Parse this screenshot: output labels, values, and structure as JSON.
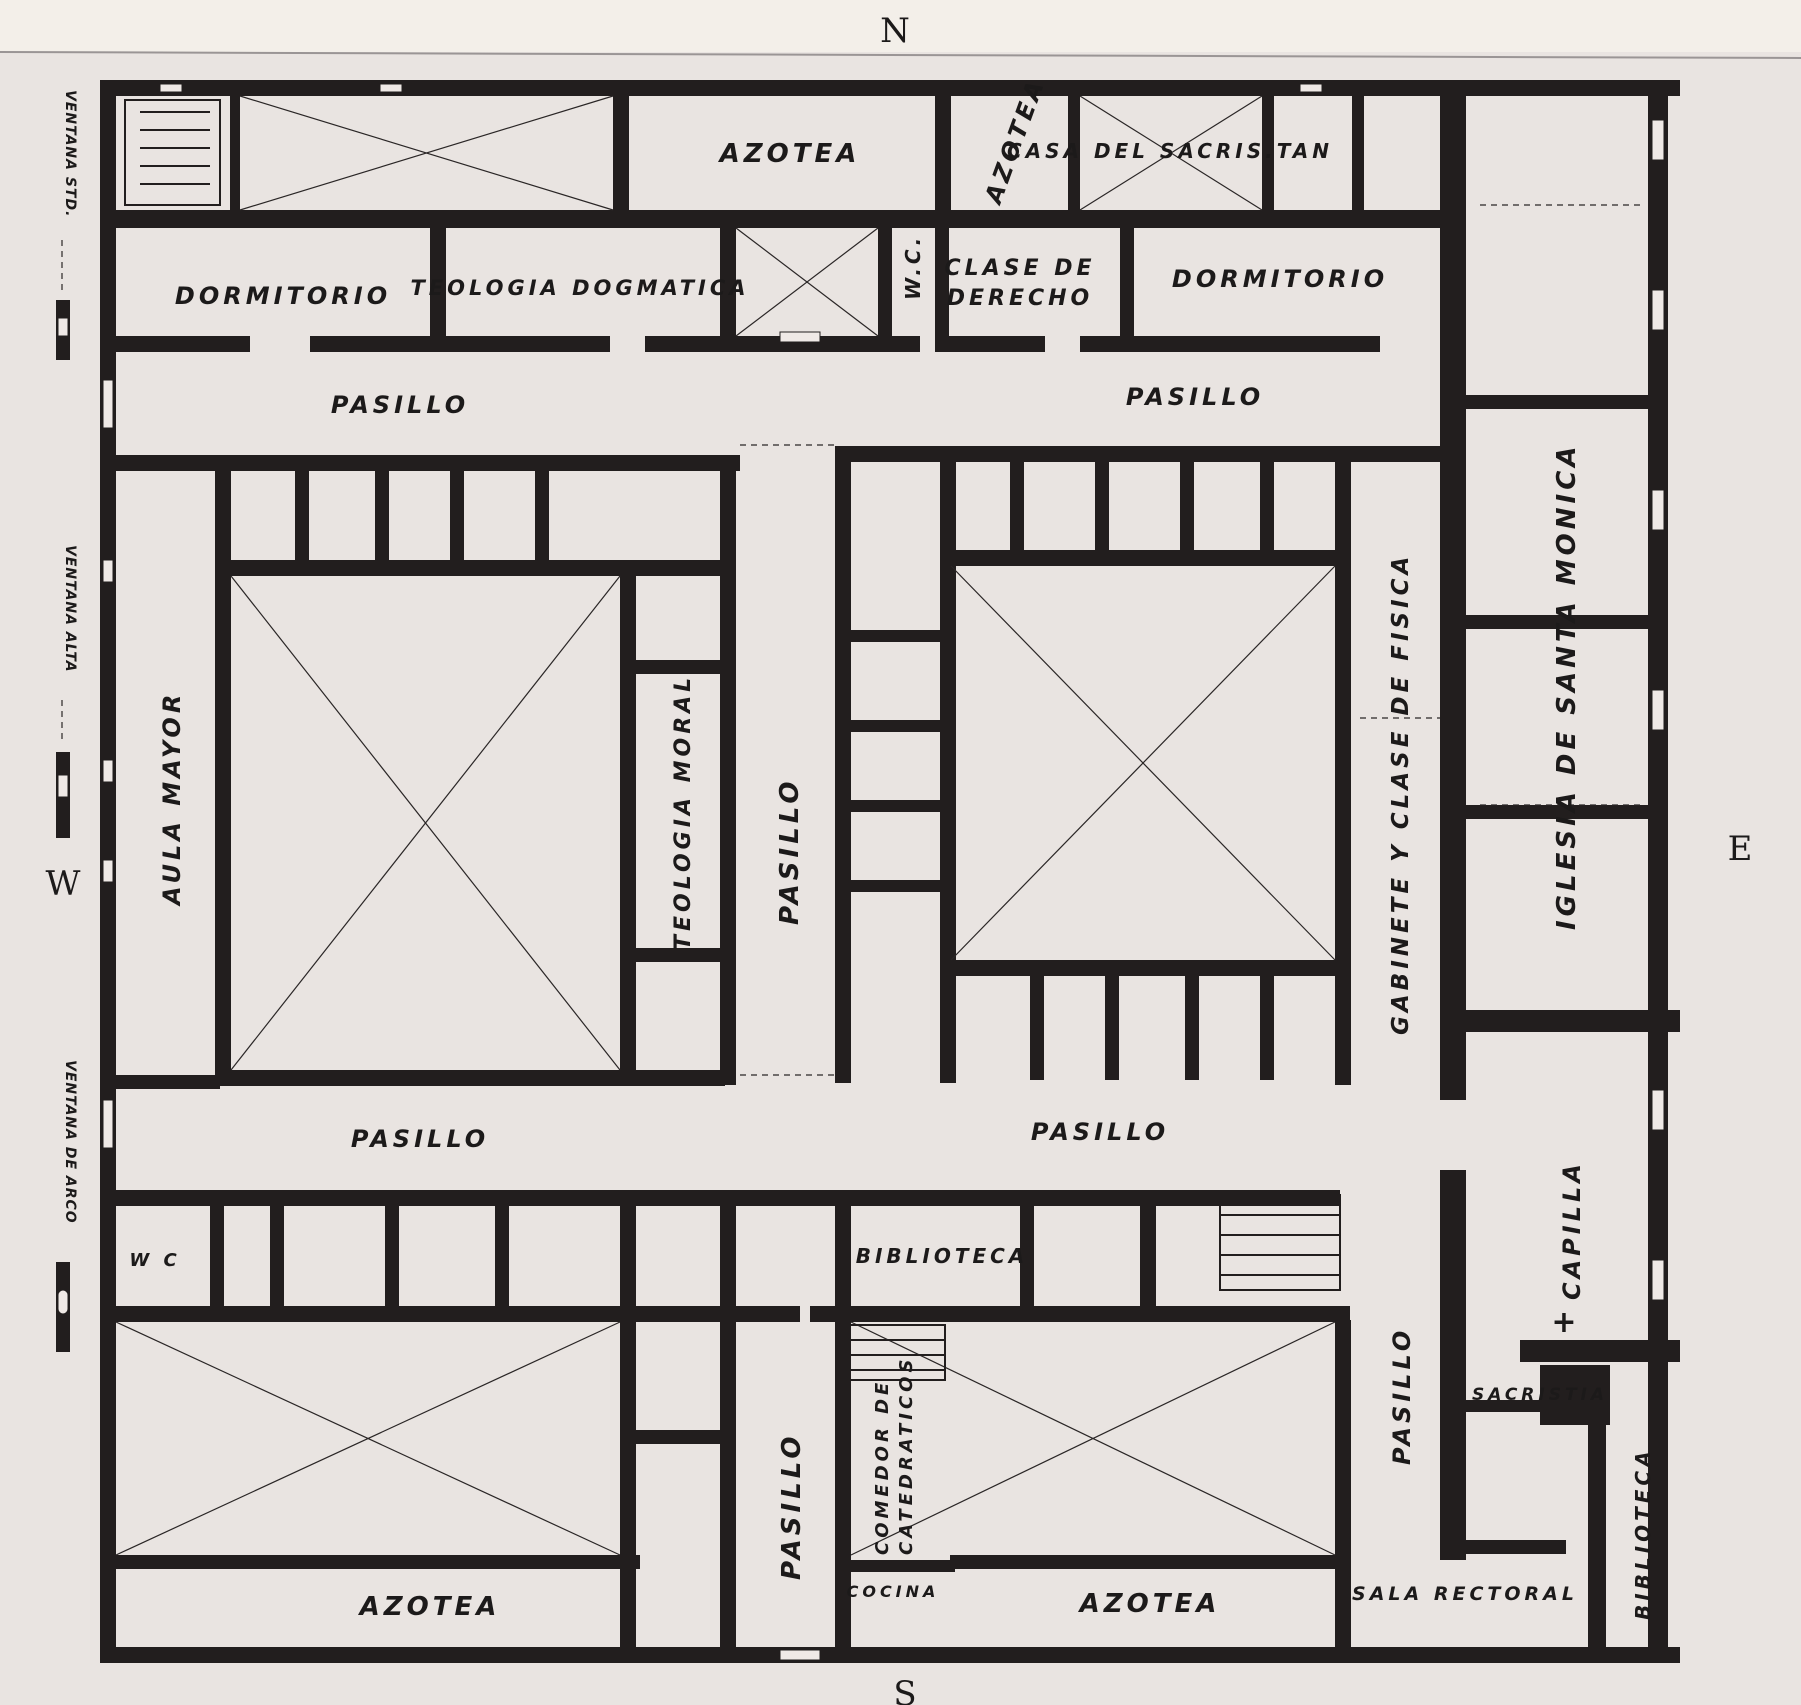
{
  "compass": {
    "north": "N",
    "south": "S",
    "east": "E",
    "west": "W"
  },
  "side_notes": {
    "window_std": "VENTANA STD.",
    "window_high": "VENTANA ALTA",
    "window_arch": "VENTANA DE ARCO"
  },
  "rooms": {
    "azotea_north": "AZOTEA",
    "azotea_north_diag": "AZOTEA",
    "casa_sacristan": "CASA DEL SACRIS.TAN",
    "dormitorio_west": "DORMITORIO",
    "teologia_dogmatica": "TEOLOGIA DOGMATICA",
    "wc_north": "W.C.",
    "clase_derecho_1": "CLASE DE",
    "clase_derecho_2": "DERECHO",
    "dormitorio_east": "DORMITORIO",
    "pasillo_nw": "PASILLO",
    "pasillo_ne": "PASILLO",
    "aula_mayor": "AULA MAYOR",
    "teologia_moral": "TEOLOGIA MORAL",
    "pasillo_center": "PASILLO",
    "gabinete_fisica": "GABINETE Y CLASE DE FISICA",
    "iglesia_santa_monica": "IGLESIA DE SANTA MONICA",
    "pasillo_sw": "PASILLO",
    "pasillo_se": "PASILLO",
    "wc_south": "W C",
    "biblioteca_center": "BIBLIOTECA",
    "capilla": "CAPILLA",
    "pasillo_east": "PASILLO",
    "sacristia": "SACRISTIA",
    "pasillo_south": "PASILLO",
    "comedor_1": "COMEDOR DE",
    "comedor_2": "CATEDRATICOS",
    "cocina": "COCINA",
    "azotea_sw": "AZOTEA",
    "azotea_se": "AZOTEA",
    "sala_rectoral": "SALA RECTORAL",
    "biblioteca_east": "BIBLIOTECA"
  }
}
